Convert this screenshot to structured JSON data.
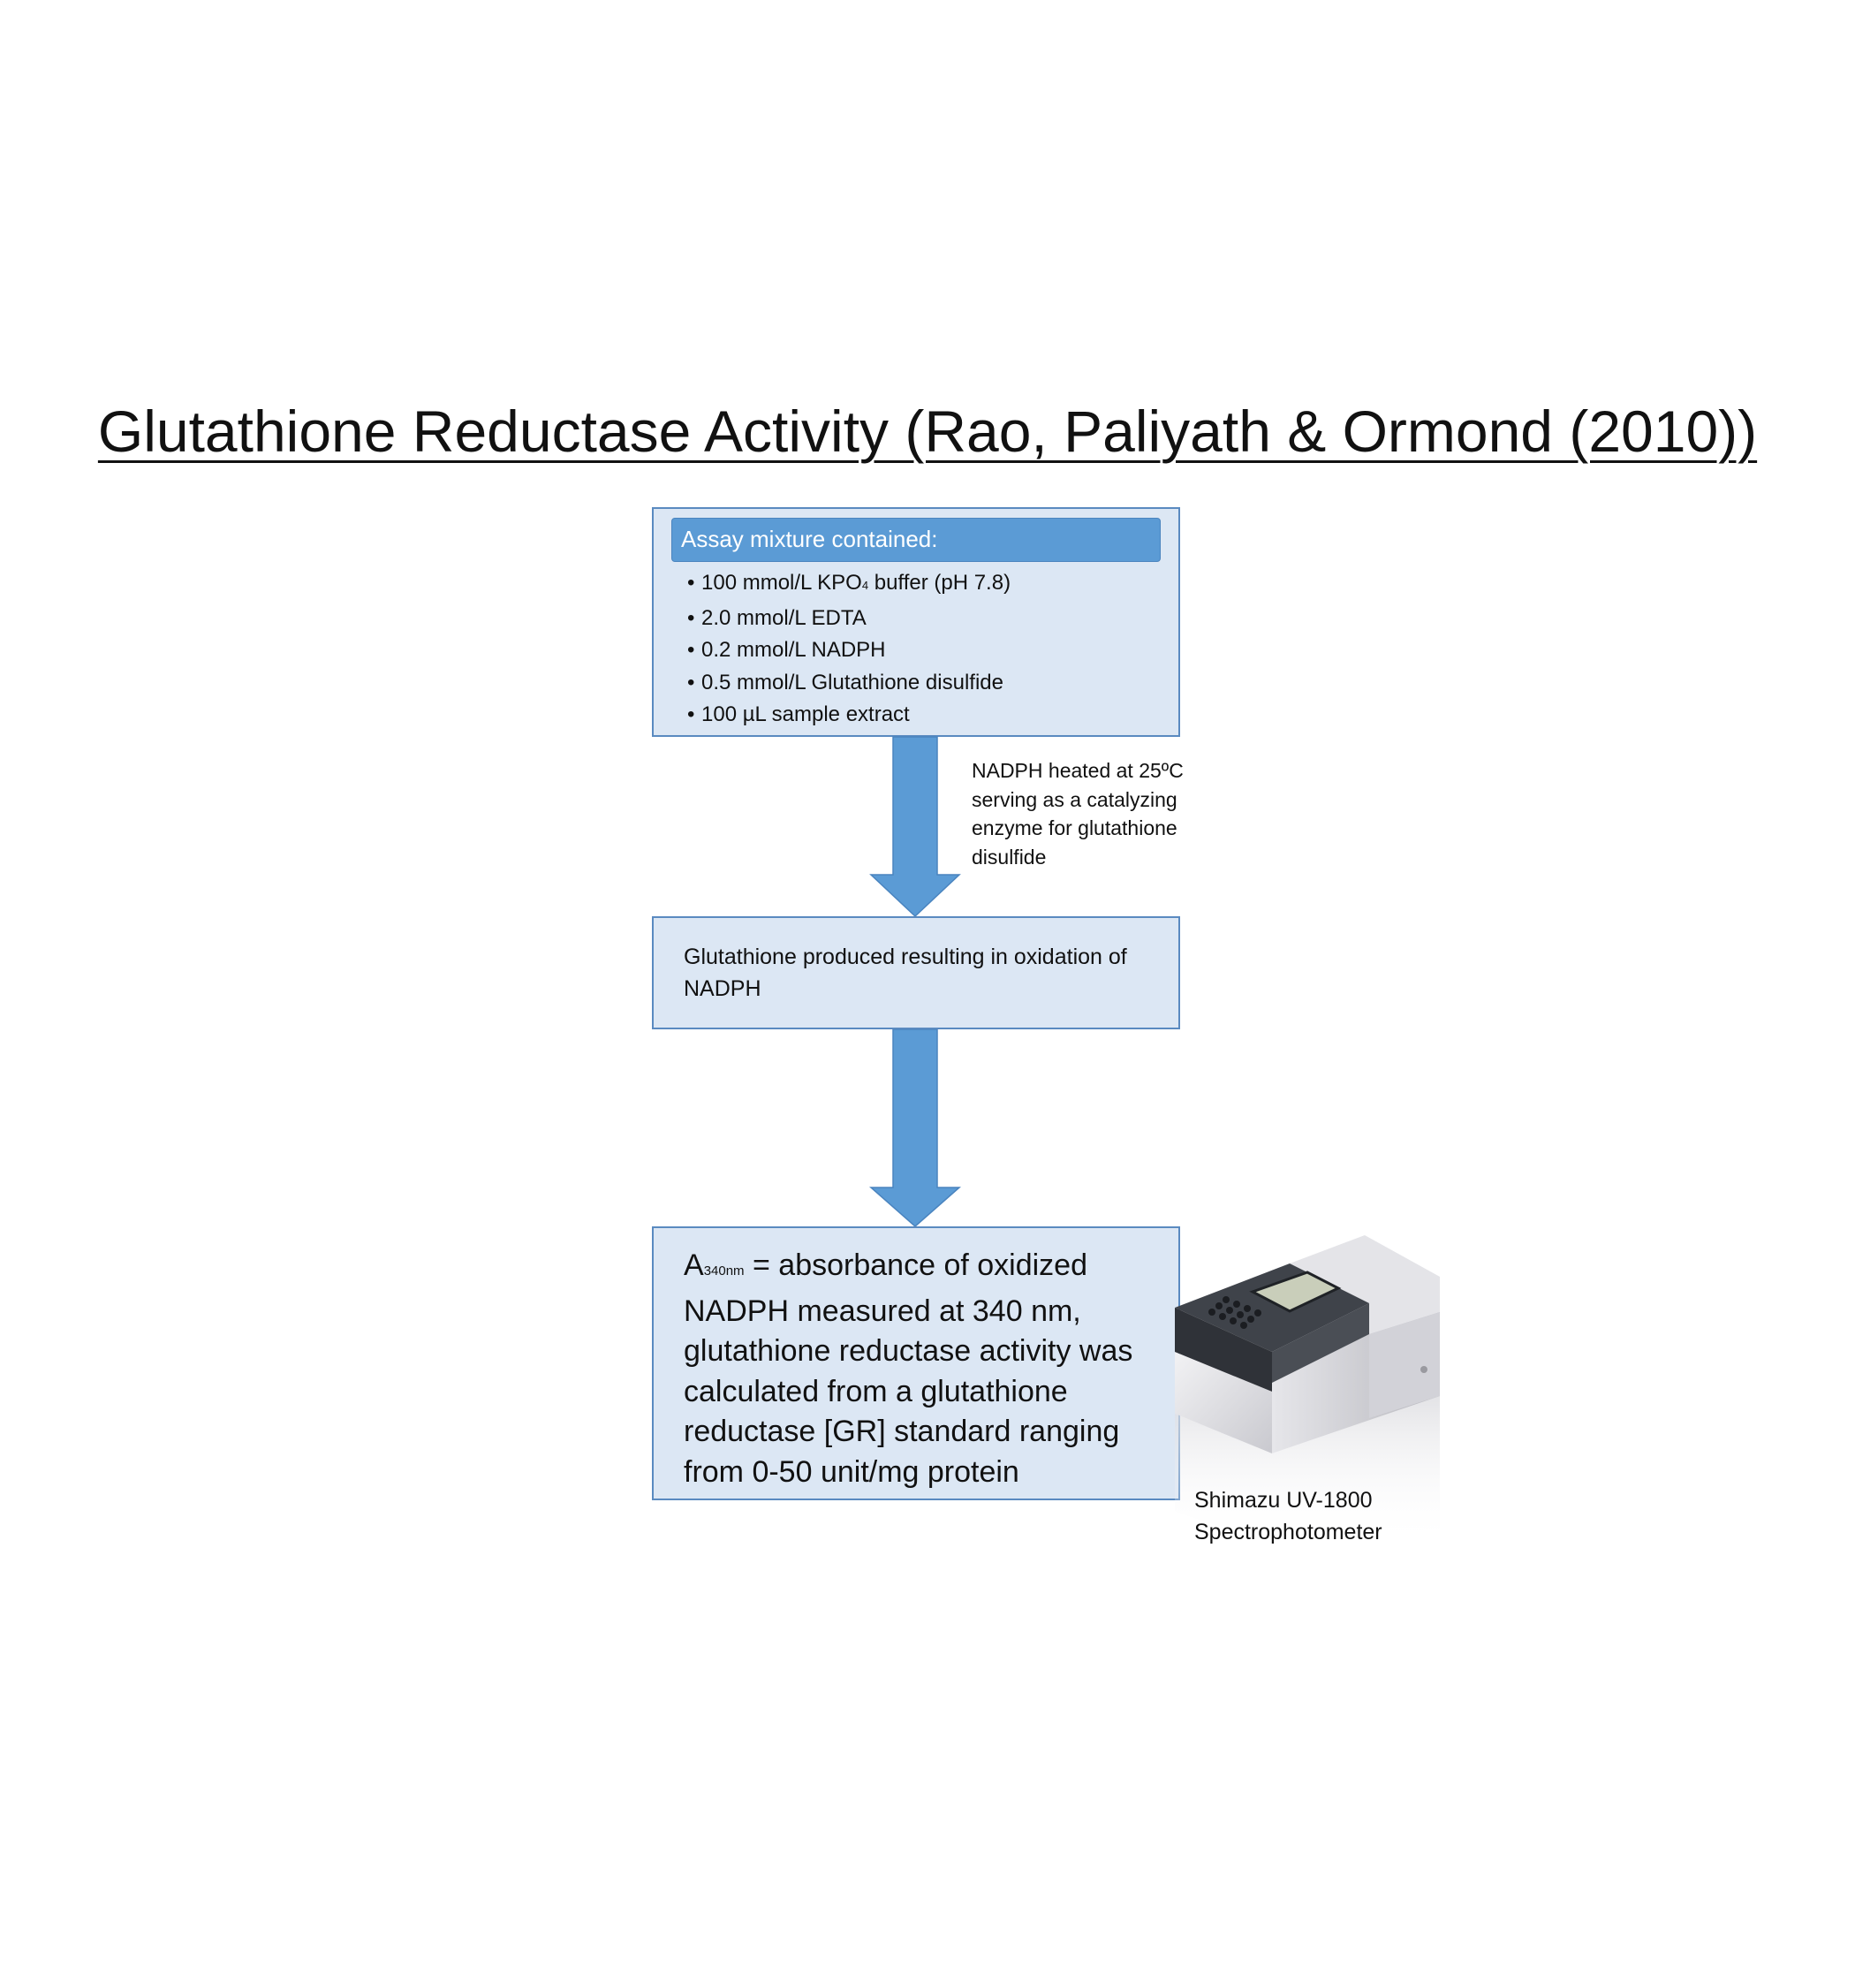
{
  "title": "Glutathione Reductase Activity (Rao, Paliyath & Ormond (2010))",
  "box1": {
    "heading": "Assay mixture contained:",
    "items": [
      {
        "pre": "100 mmol/L KPO",
        "sub": "4",
        "post": " buffer (pH 7.8)"
      },
      {
        "pre": "2.0 mmol/L EDTA",
        "sub": "",
        "post": ""
      },
      {
        "pre": "0.2 mmol/L NADPH",
        "sub": "",
        "post": ""
      },
      {
        "pre": "0.5 mmol/L Glutathione disulfide",
        "sub": "",
        "post": ""
      },
      {
        "pre": "100 µL sample extract",
        "sub": "",
        "post": ""
      }
    ]
  },
  "arrow1_note": "NADPH heated at 25ºC serving as a catalyzing enzyme for glutathione disulfide",
  "box2": {
    "text": "Glutathione produced resulting in oxidation of NADPH"
  },
  "box3": {
    "a": "A",
    "sub": "340nm",
    "text": " = absorbance of oxidized NADPH measured at 340 nm, glutathione reductase activity was calculated from a glutathione reductase [GR] standard ranging from 0-50 unit/mg protein"
  },
  "caption": "Shimazu UV-1800 Spectrophotometer",
  "colors": {
    "box_fill": "#dce7f4",
    "box_border": "#5a8ac0",
    "arrow": "#5b9bd5",
    "header_fill": "#5b9bd5"
  }
}
